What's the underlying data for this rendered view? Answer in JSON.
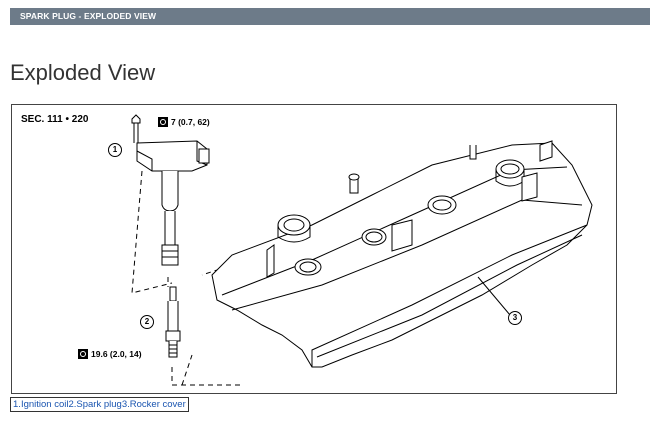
{
  "header": {
    "title": "SPARK PLUG - EXPLODED VIEW"
  },
  "page": {
    "heading": "Exploded View"
  },
  "figure": {
    "section": "SEC. 111 • 220",
    "torque_top": "7 (0.7, 62)",
    "torque_bottom": "19.6 (2.0, 14)",
    "callouts": [
      "1",
      "2",
      "3"
    ]
  },
  "legend": {
    "items": [
      {
        "number": "1.",
        "label": "Ignition coil"
      },
      {
        "number": "2.",
        "label": "Spark plug"
      },
      {
        "number": "3.",
        "label": "Rocker cover"
      }
    ]
  },
  "colors": {
    "header_bg": "#6d7b89",
    "link": "#1a55b0"
  }
}
